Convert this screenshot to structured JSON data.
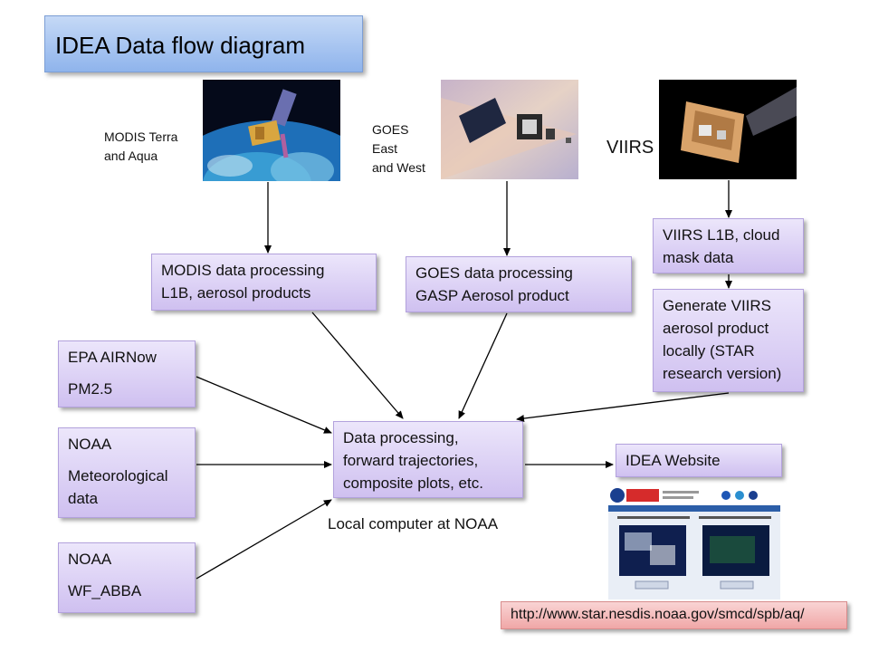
{
  "title": "IDEA Data flow diagram",
  "sources": {
    "modis_label": [
      "MODIS Terra",
      "and Aqua"
    ],
    "goes_label": [
      "GOES",
      "East",
      "and West"
    ],
    "viirs_label": "VIIRS"
  },
  "boxes": {
    "modis_processing": [
      "MODIS data processing",
      "L1B, aerosol products"
    ],
    "goes_processing": [
      "GOES data processing",
      "GASP Aerosol product"
    ],
    "viirs_l1b": [
      "VIIRS L1B, cloud",
      "mask data"
    ],
    "viirs_generate": [
      "Generate VIIRS",
      "aerosol product",
      "locally (STAR",
      "research version)"
    ],
    "epa": [
      "EPA AIRNow",
      "PM2.5"
    ],
    "noaa_met": [
      "NOAA",
      "Meteorological",
      "data"
    ],
    "noaa_wf": [
      "NOAA",
      "WF_ABBA"
    ],
    "data_processing": [
      "Data processing,",
      "forward trajectories,",
      "composite plots, etc."
    ],
    "idea_website": "IDEA Website"
  },
  "local_label": "Local computer at NOAA",
  "url": "http://www.star.nesdis.noaa.gov/smcd/spb/aq/",
  "colors": {
    "title_box": "#8fb4ec",
    "process_box": "#cfc0f0",
    "url_box": "#f0a7a7"
  }
}
